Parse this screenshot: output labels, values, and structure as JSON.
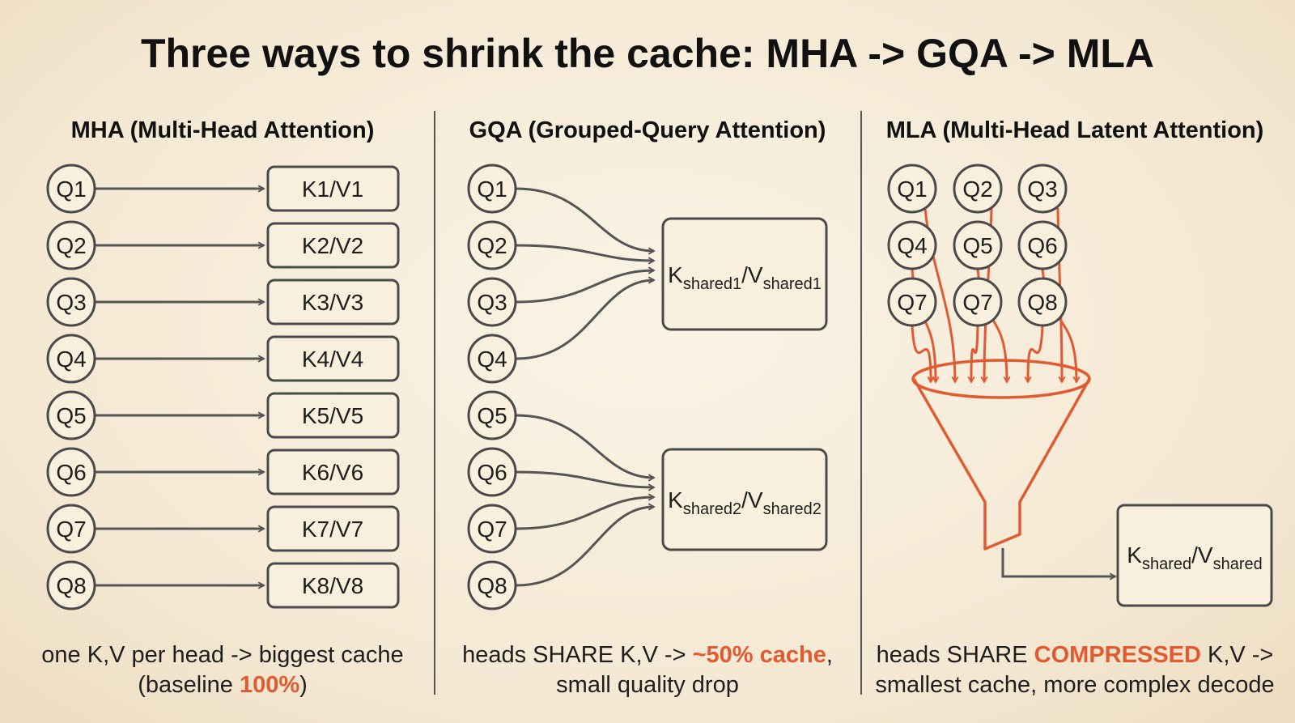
{
  "title": "Three ways to shrink the cache: MHA -> GQA -> MLA",
  "colors": {
    "accent": "#e05a32",
    "ink": "#4a4a4a",
    "background": "#f6ecd9"
  },
  "mha": {
    "heading": "MHA (Multi-Head Attention)",
    "queries": [
      "Q1",
      "Q2",
      "Q3",
      "Q4",
      "Q5",
      "Q6",
      "Q7",
      "Q8"
    ],
    "kv": [
      "K1/V1",
      "K2/V2",
      "K3/V3",
      "K4/V4",
      "K5/V5",
      "K6/V6",
      "K7/V7",
      "K8/V8"
    ],
    "caption_line1": "one K,V per head -> biggest cache",
    "caption_line2_pre": "(baseline ",
    "caption_line2_hl": "100%",
    "caption_line2_post": ")"
  },
  "gqa": {
    "heading": "GQA (Grouped-Query Attention)",
    "queries": [
      "Q1",
      "Q2",
      "Q3",
      "Q4",
      "Q5",
      "Q6",
      "Q7",
      "Q8"
    ],
    "groups": [
      {
        "k": "K",
        "k_sub": "shared1",
        "sep": "/",
        "v": "V",
        "v_sub": "shared1"
      },
      {
        "k": "K",
        "k_sub": "shared2",
        "sep": "/",
        "v": "V",
        "v_sub": "shared2"
      }
    ],
    "caption_line1_pre": "heads SHARE K,V -> ",
    "caption_line1_hl": "~50% cache",
    "caption_line1_post": ",",
    "caption_line2": "small quality drop"
  },
  "mla": {
    "heading": "MLA (Multi-Head Latent Attention)",
    "queries": [
      "Q1",
      "Q2",
      "Q3",
      "Q4",
      "Q5",
      "Q6",
      "Q7",
      "Q7",
      "Q8"
    ],
    "latent": {
      "k": "K",
      "k_sub": "shared",
      "sep": "/",
      "v": "V",
      "v_sub": "shared"
    },
    "caption_line1_pre": "heads SHARE ",
    "caption_line1_hl": "COMPRESSED",
    "caption_line1_post": " K,V ->",
    "caption_line2": "smallest cache, more complex decode"
  }
}
